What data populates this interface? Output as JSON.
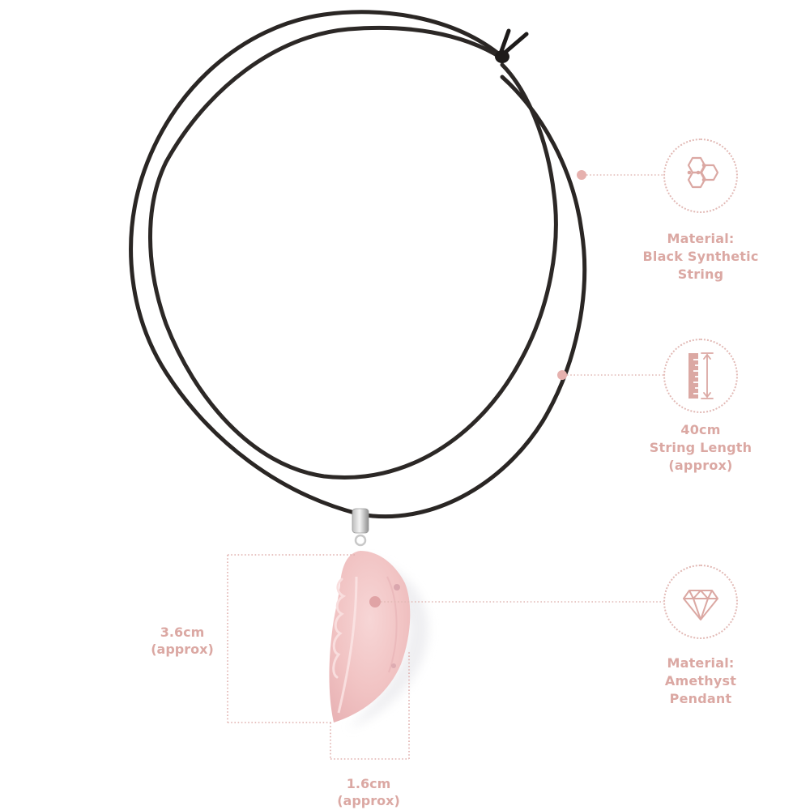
{
  "colors": {
    "accent": "#dba8a3",
    "accent_dot": "#e6b1ae",
    "cord": "#2a2624",
    "pendant": "#f4c9c9",
    "background": "#ffffff"
  },
  "features": [
    {
      "icon": "hexagon-cluster-icon",
      "lines": [
        "Material:",
        "Black Synthetic",
        "String"
      ]
    },
    {
      "icon": "ruler-icon",
      "lines": [
        "40cm",
        "String Length",
        "(approx)"
      ]
    },
    {
      "icon": "diamond-icon",
      "lines": [
        "Material:",
        "Amethyst",
        "Pendant"
      ]
    }
  ],
  "dimensions": {
    "height": {
      "value": "3.6cm",
      "note": "(approx)"
    },
    "width": {
      "value": "1.6cm",
      "note": "(approx)"
    }
  }
}
